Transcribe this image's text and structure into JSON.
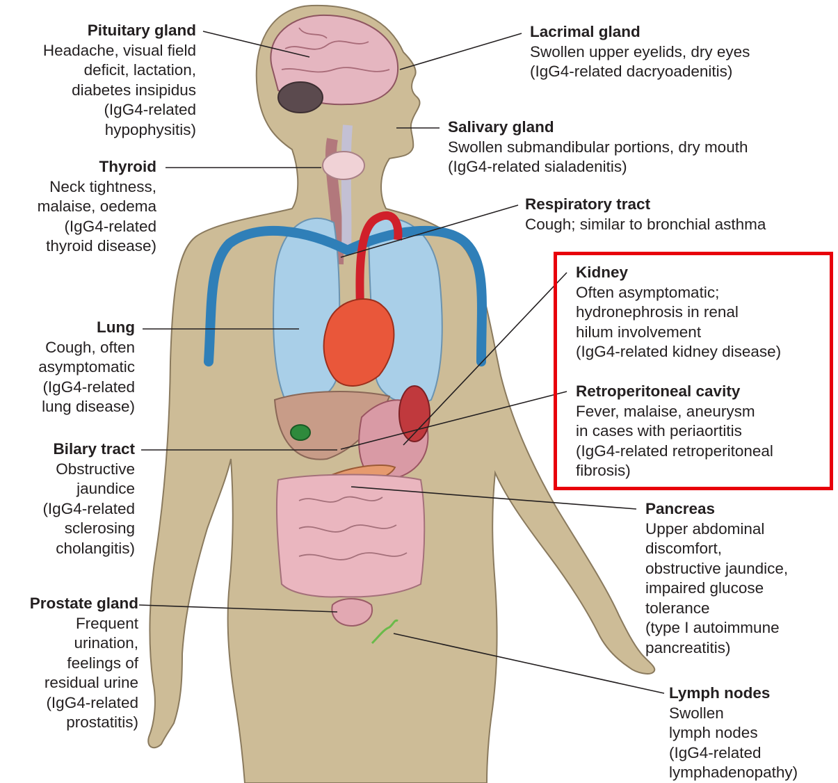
{
  "labels": {
    "pituitary": {
      "title": "Pituitary gland",
      "lines": [
        "Headache, visual field",
        "deficit, lactation,",
        "diabetes insipidus",
        "(IgG4-related",
        "hypophysitis)"
      ]
    },
    "thyroid": {
      "title": "Thyroid",
      "lines": [
        "Neck tightness,",
        "malaise, oedema",
        "(IgG4-related",
        "thyroid disease)"
      ]
    },
    "lung": {
      "title": "Lung",
      "lines": [
        "Cough, often",
        "asymptomatic",
        "(IgG4-related",
        "lung disease)"
      ]
    },
    "bilary": {
      "title": "Bilary tract",
      "lines": [
        "Obstructive",
        "jaundice",
        "(IgG4-related",
        "sclerosing",
        "cholangitis)"
      ]
    },
    "prostate": {
      "title": "Prostate gland",
      "lines": [
        "Frequent",
        "urination,",
        "feelings of",
        "residual urine",
        "(IgG4-related",
        "prostatitis)"
      ]
    },
    "lacrimal": {
      "title": "Lacrimal gland",
      "lines": [
        "Swollen upper eyelids, dry eyes",
        "(IgG4-related dacryoadenitis)"
      ]
    },
    "salivary": {
      "title": "Salivary gland",
      "lines": [
        "Swollen submandibular portions, dry mouth",
        "(IgG4-related sialadenitis)"
      ]
    },
    "respiratory": {
      "title": "Respiratory tract",
      "lines": [
        "Cough; similar to bronchial asthma"
      ]
    },
    "kidney": {
      "title": "Kidney",
      "lines": [
        "Often asymptomatic;",
        "hydronephrosis in renal",
        "hilum involvement",
        "(IgG4-related kidney disease)"
      ]
    },
    "retroperitoneal": {
      "title": "Retroperitoneal cavity",
      "lines": [
        "Fever, malaise, aneurysm",
        "in cases with periaortitis",
        "(IgG4-related retroperitoneal",
        "fibrosis)"
      ]
    },
    "pancreas": {
      "title": "Pancreas",
      "lines": [
        "Upper abdominal",
        "discomfort,",
        "obstructive jaundice,",
        "impaired glucose",
        "tolerance",
        "(type I autoimmune",
        "pancreatitis)"
      ]
    },
    "lymph": {
      "title": "Lymph nodes",
      "lines": [
        "Swollen",
        "lymph nodes",
        "(IgG4-related",
        "lymphadenopathy)"
      ]
    }
  },
  "colors": {
    "body": "#cdbc97",
    "body_outline": "#8a7a5e",
    "brain": "#e5b6c0",
    "lung": "#a9cfe8",
    "heart": "#e9573a",
    "liver": "#c89c88",
    "intestine": "#eab6bf",
    "vessel_blue": "#2f7fb8",
    "aorta_red": "#d0202a",
    "highlight": "#e8000b"
  }
}
